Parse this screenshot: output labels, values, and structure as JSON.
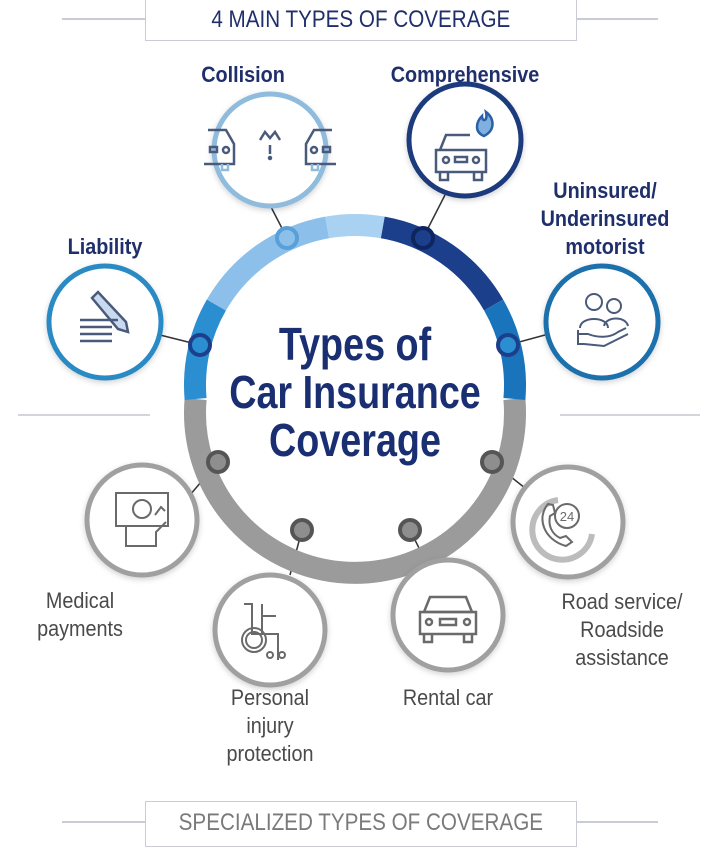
{
  "header_main": "4 MAIN TYPES OF COVERAGE",
  "header_specialized": "SPECIALIZED TYPES OF COVERAGE",
  "center_title": {
    "line1": "Types of",
    "line2": "Car Insurance",
    "line3": "Coverage"
  },
  "main_types": [
    {
      "label": "Collision",
      "icon": "car-collision-icon",
      "color": "#8fbbdc"
    },
    {
      "label": "Comprehensive",
      "icon": "car-fire-icon",
      "color": "#1d3a7c"
    },
    {
      "label_lines": [
        "Uninsured/",
        "Underinsured",
        "motorist"
      ],
      "icon": "people-hand-icon",
      "color": "#1a71ad"
    },
    {
      "label": "Liability",
      "icon": "pencil-document-icon",
      "color": "#2a8ac4"
    }
  ],
  "specialized_types": [
    {
      "label_lines": [
        "Medical",
        "payments"
      ],
      "icon": "medical-bill-icon",
      "color": "#9a9a9a"
    },
    {
      "label_lines": [
        "Personal",
        "injury",
        "protection"
      ],
      "icon": "wheelchair-icon",
      "color": "#9a9a9a"
    },
    {
      "label": "Rental car",
      "icon": "car-icon",
      "color": "#9a9a9a"
    },
    {
      "label_lines": [
        "Road service/",
        "Roadside",
        "assistance"
      ],
      "icon": "phone-24-icon",
      "color": "#9a9a9a"
    }
  ],
  "icon_24_text": "24"
}
